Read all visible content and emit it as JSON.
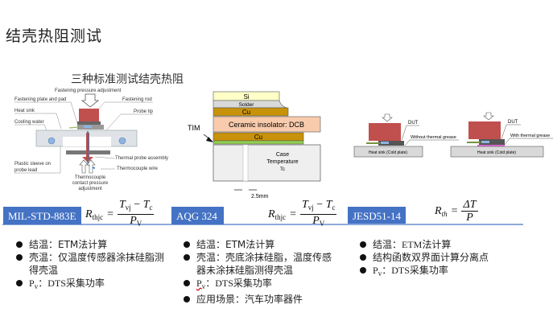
{
  "title": "结壳热阻测试",
  "subtitle": "三种标准测试结壳热阻",
  "figure1": {
    "labels": {
      "fastening_pressure": "Fastening pressure adjustment",
      "fastening_plate": "Fastening plate and pad",
      "fastening_rod": "Fastening rod",
      "heat_sink": "Heat sink",
      "probe_tip": "Probe tip",
      "cooling_water": "Cooling water",
      "thermal_probe": "Thermal probe assembly",
      "plastic_sleeve_1": "Plastic sleeve on",
      "plastic_sleeve_2": "probe lead",
      "thermocouple_wire": "Thermocouple wire",
      "tc_adj_1": "Thermocouple",
      "tc_adj_2": "contact pressure",
      "tc_adj_3": "adjustment"
    }
  },
  "figure2": {
    "labels": {
      "si": "Si",
      "solder": "Solder",
      "cu_top": "Cu",
      "ceramic": "Ceramic insolator: DCB",
      "cu_bottom": "Cu",
      "tim": "TIM",
      "case_1": "Case",
      "case_2": "Temperature",
      "case_3": "Tc",
      "dim": "2.5mm"
    }
  },
  "figure3": {
    "left": {
      "dut": "DUT",
      "note": "Without thermal grease",
      "heatsink": "Heat sink (Cold plate)"
    },
    "right": {
      "dut": "DUT",
      "note": "With thermal grease",
      "heatsink": "Heat sink (Cold plate)"
    }
  },
  "standards": [
    {
      "tag": "MIL-STD-883E",
      "formula": {
        "lhs": "R",
        "lhs_sub": "thjc",
        "num_a": "T",
        "num_a_sub": "vj",
        "minus": "−",
        "num_b": "T",
        "num_b_sub": "c",
        "den": "P",
        "den_sub": "V"
      },
      "bullets": [
        {
          "label": "结温：",
          "text": "ETM法计算"
        },
        {
          "label": "壳温：",
          "text": "仅温度传感器涂抹硅脂测得壳温"
        },
        {
          "label": "P",
          "label_sub": "v",
          "sep": "：",
          "text": "DTS采集功率"
        }
      ]
    },
    {
      "tag": "AQG 324",
      "formula": {
        "lhs": "R",
        "lhs_sub": "thjc",
        "num_a": "T",
        "num_a_sub": "vj",
        "minus": "−",
        "num_b": "T",
        "num_b_sub": "c",
        "den": "P",
        "den_sub": "V"
      },
      "bullets": [
        {
          "label": "结温：",
          "text": "ETM法计算"
        },
        {
          "label": "壳温：",
          "text": "壳底涂抹硅脂，温度传感器未涂抹硅脂测得壳温"
        },
        {
          "label": "P",
          "label_sub": "v",
          "sep": "：",
          "text": "DTS采集功率"
        },
        {
          "label": "应用场景：",
          "text": "汽车功率器件"
        }
      ]
    },
    {
      "tag": "JESD51-14",
      "formula": {
        "lhs": "R",
        "lhs_sub": "th",
        "num": "ΔT",
        "den": "P"
      },
      "bullets": [
        {
          "label": "结温：",
          "text": "ETM法计算"
        },
        {
          "label": "",
          "text": "结构函数双界面计算分离点"
        },
        {
          "label": "P",
          "label_sub": "v",
          "sep": "：",
          "text": "DTS采集功率"
        }
      ]
    }
  ]
}
